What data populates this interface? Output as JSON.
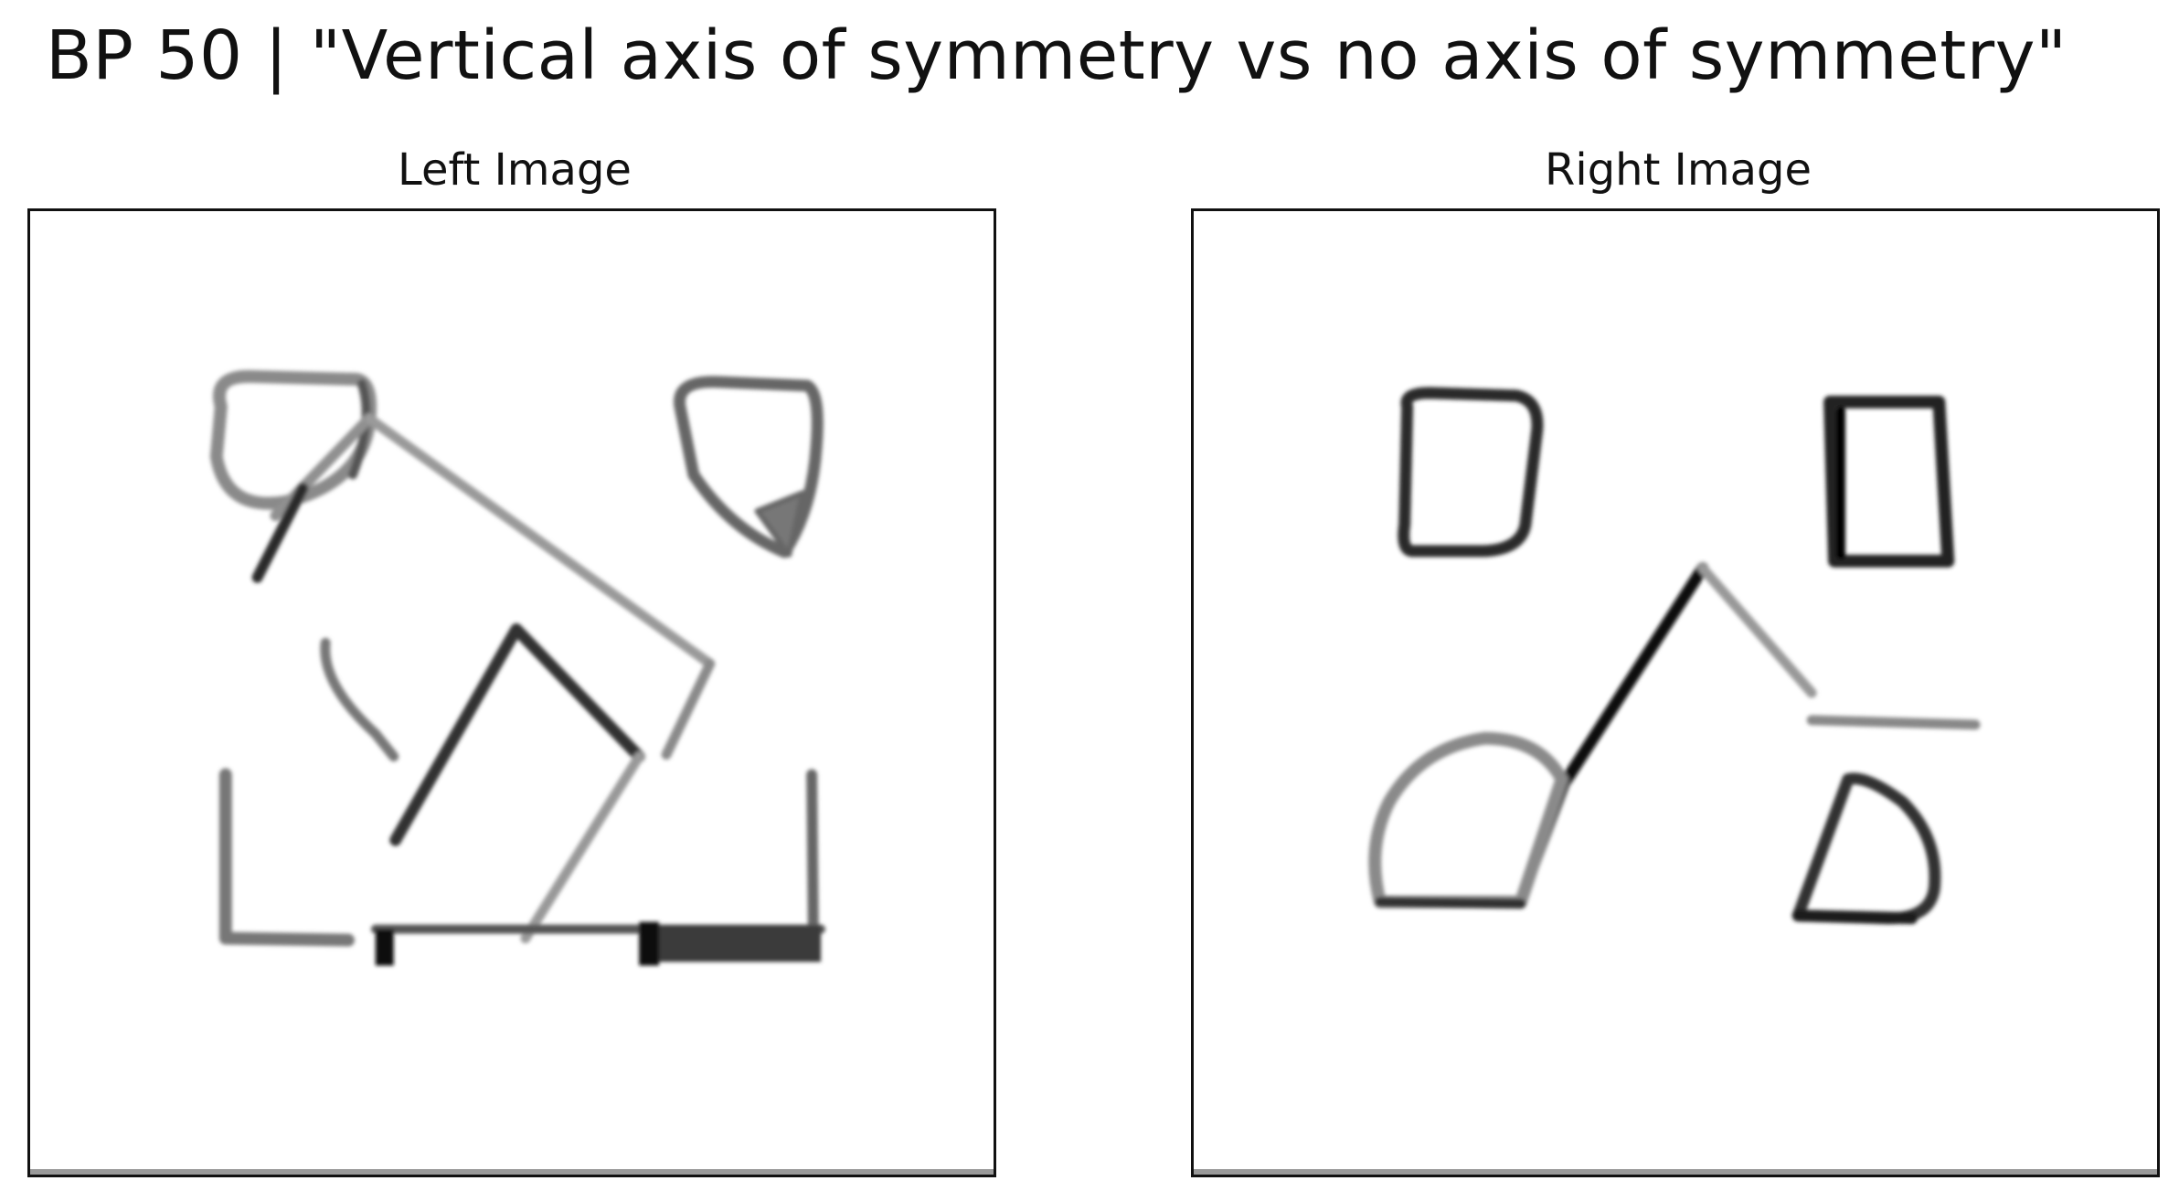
{
  "figure": {
    "title": "BP 50 | \"Vertical axis of symmetry vs no axis of symmetry\"",
    "left_panel": {
      "title": "Left Image"
    },
    "right_panel": {
      "title": "Right Image"
    }
  },
  "colors": {
    "background": "#ffffff",
    "frame": "#111111",
    "ink_dark": "#1a1a1a",
    "ink_mid": "#555555",
    "ink_light": "#9a9a9a"
  }
}
